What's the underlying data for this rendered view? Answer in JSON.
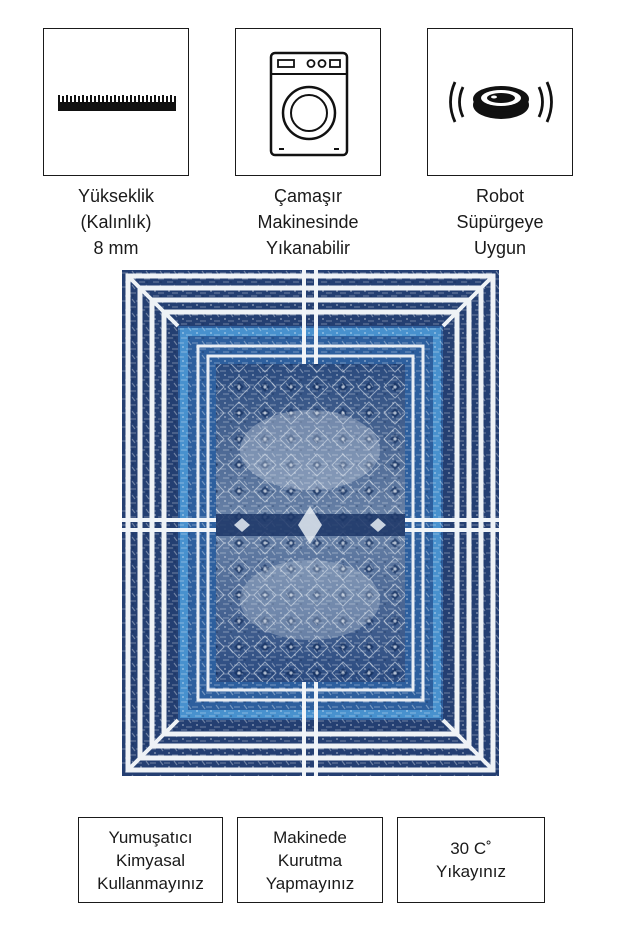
{
  "features": [
    {
      "icon": "pile-height-icon",
      "lines": [
        "Yükseklik",
        "(Kalınlık)",
        "8 mm"
      ]
    },
    {
      "icon": "washing-machine-icon",
      "lines": [
        "Çamaşır",
        "Makinesinde",
        "Yıkanabilir"
      ]
    },
    {
      "icon": "robot-vacuum-icon",
      "lines": [
        "Robot",
        "Süpürgeye",
        "Uygun"
      ]
    }
  ],
  "product": {
    "image": "blue-white-rug"
  },
  "care": [
    {
      "lines": [
        "Yumuşatıcı",
        "Kimyasal",
        "Kullanmayınız"
      ]
    },
    {
      "lines": [
        "Makinede",
        "Kurutma",
        "Yapmayınız"
      ]
    },
    {
      "lines": [
        "30 C˚",
        "Yıkayınız"
      ]
    }
  ],
  "colors": {
    "rug_navy": "#1e3a6e",
    "rug_blue": "#3d87c4",
    "rug_light": "#d9e2ec",
    "border": "#1a1a1a"
  }
}
